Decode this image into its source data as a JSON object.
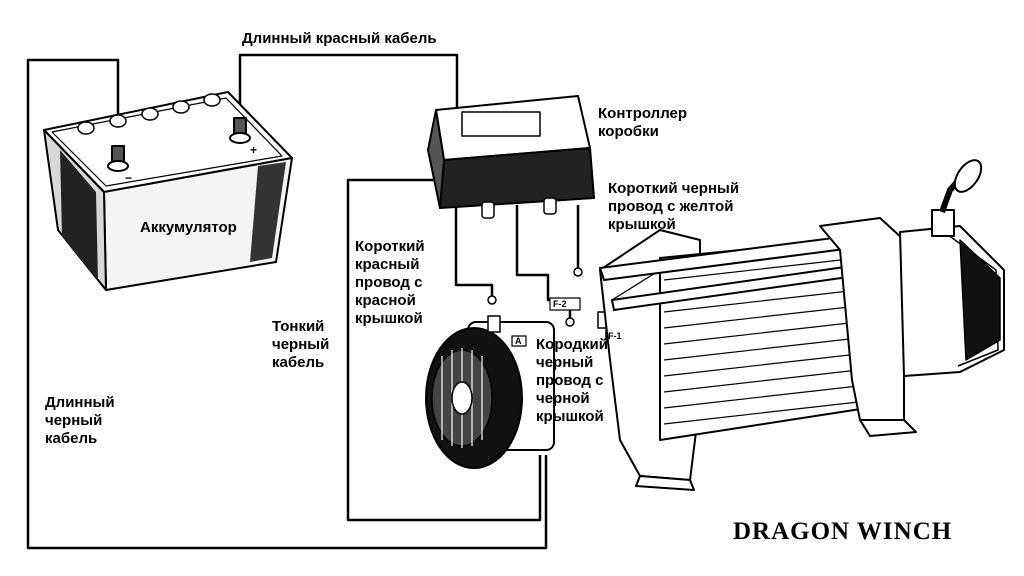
{
  "labels": {
    "long_red_cable": "Длинный красный кабель",
    "controller_box": "Контроллер\nкоробки",
    "short_black_yellow_cap": "Короткий черный\nпровод с желтой\nкрышкой",
    "battery": "Аккумулятор",
    "short_red_red_cap": "Короткий\nкрасный\nпровод с\nкрасной\nкрышкой",
    "thin_black_cable": "Тонкий\nчерный\nкабель",
    "short_black_black_cap": "Кородкий\nчерный\nпровод с\nчерной\nкрышкой",
    "long_black_cable": "Длинный\nчерный\nкабель"
  },
  "terminal_tags": {
    "f2": "F-2",
    "a": "A",
    "f1": "F-1"
  },
  "battery_marks": {
    "minus": "−",
    "plus": "+"
  },
  "brand": "DRAGON WINCH"
}
